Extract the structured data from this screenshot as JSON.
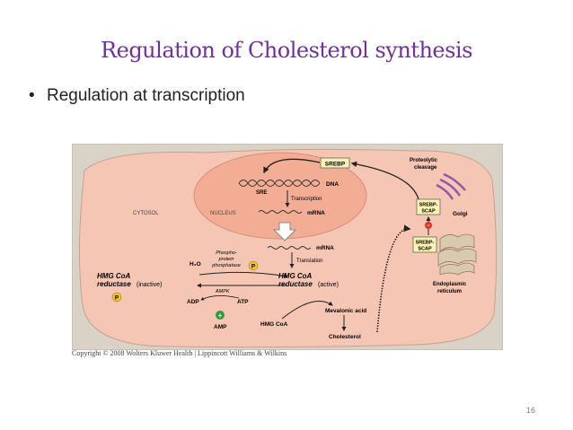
{
  "slide": {
    "title": "Regulation of Cholesterol synthesis",
    "bullet": "Regulation at transcription",
    "page_number": "16"
  },
  "figure": {
    "cytosol": "CYTOSOL",
    "nucleus": "NUCLEUS",
    "srebp": "SREBP",
    "dna": "DNA",
    "sre": "SRE",
    "transcription": "Transcription",
    "mrna_nucleus": "mRNA",
    "mrna_cytosol": "mRNA",
    "translation": "Translation",
    "proteolytic_cleavage_1": "Proteolytic",
    "proteolytic_cleavage_2": "cleavage",
    "srebp_scap_golgi_1": "SREBP-",
    "srebp_scap_golgi_2": "SCAP",
    "golgi": "Golgi",
    "srebp_scap_er_1": "SREBP-",
    "srebp_scap_er_2": "SCAP",
    "er_1": "Endoplasmic",
    "er_2": "reticulum",
    "h2o": "H₂O",
    "phosphatase_1": "Phospho-",
    "phosphatase_2": "protein",
    "phosphatase_3": "phosphatase",
    "p_badge": "P",
    "hmg_inactive_1": "HMG CoA",
    "hmg_inactive_2": "reductase",
    "inactive": "(inactive)",
    "hmg_active_1": "HMG CoA",
    "hmg_active_2": "reductase",
    "active": "(active)",
    "ampk": "AMPK",
    "adp": "ADP",
    "atp": "ATP",
    "amp": "AMP",
    "plus": "+",
    "minus": "−",
    "hmg_coa": "HMG CoA",
    "mevalonic_acid": "Mevalonic acid",
    "cholesterol": "Cholesterol"
  },
  "copyright": "Copyright © 2008 Wolters Kluwer Health | Lippincott Williams & Wilkins",
  "colors": {
    "title": "#7030a0",
    "frame": "#d9d2c6",
    "cell": "#f6c6b4",
    "nucleus": "#f3ad95",
    "srebp_box": "#fbf3b4",
    "enzyme_text": "#1a1a1a",
    "phosphate_badge": "#f2c230",
    "amp_badge": "#2e9a46",
    "inhibit_badge": "#d9342b"
  }
}
